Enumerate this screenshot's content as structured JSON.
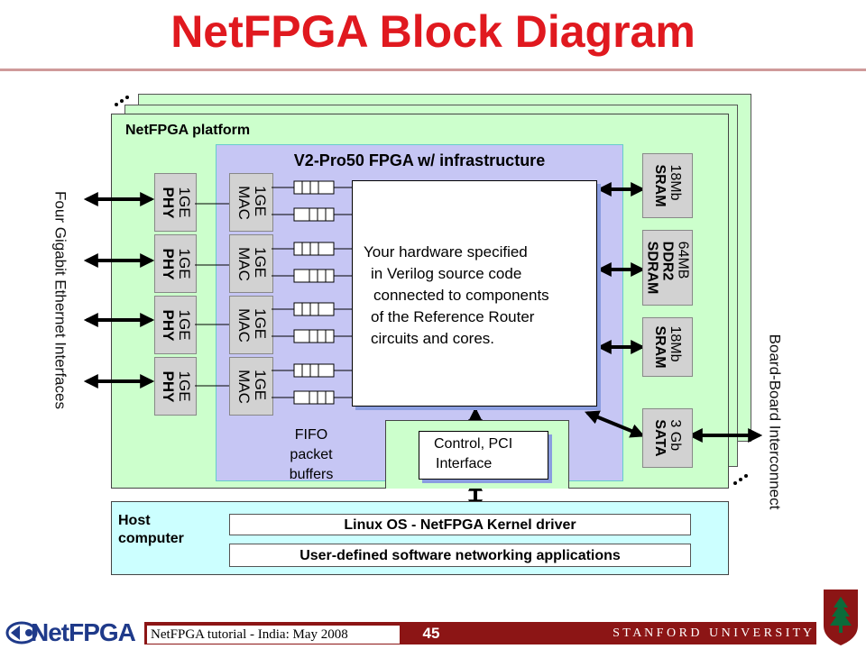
{
  "title": "NetFPGA Block Diagram",
  "platform_label": "NetFPGA platform",
  "fpga_label": "V2-Pro50 FPGA w/ infrastructure",
  "left_side_label": "Four Gigabit Ethernet Interfaces",
  "right_side_label": "Board-Board Interconnect",
  "ports": [
    {
      "phy_line1": "1GE",
      "phy_line2": "PHY",
      "mac_line1": "1GE",
      "mac_line2": "MAC"
    },
    {
      "phy_line1": "1GE",
      "phy_line2": "PHY",
      "mac_line1": "1GE",
      "mac_line2": "MAC"
    },
    {
      "phy_line1": "1GE",
      "phy_line2": "PHY",
      "mac_line1": "1GE",
      "mac_line2": "MAC"
    },
    {
      "phy_line1": "1GE",
      "phy_line2": "PHY",
      "mac_line1": "1GE",
      "mac_line2": "MAC"
    }
  ],
  "user_logic": {
    "line1": "Your hardware specified",
    "line2": "in Verilog source code",
    "line3": "connected to components",
    "line4": "of the Reference Router",
    "line5": "circuits and cores."
  },
  "fifo": {
    "line1": "FIFO",
    "line2": "packet",
    "line3": "buffers"
  },
  "control": {
    "line1": "Control, PCI",
    "line2": "Interface"
  },
  "memories": [
    {
      "line1": "18Mb",
      "line2": "SRAM",
      "line3": ""
    },
    {
      "line1": "64MB",
      "line2": "DDR2",
      "line3": "SDRAM"
    },
    {
      "line1": "18Mb",
      "line2": "SRAM",
      "line3": ""
    },
    {
      "line1": "3 Gb",
      "line2": "SATA",
      "line3": ""
    }
  ],
  "host": {
    "label_line1": "Host",
    "label_line2": "computer",
    "driver": "Linux OS - NetFPGA Kernel driver",
    "apps": "User-defined software networking applications"
  },
  "footer": {
    "tutorial": "NetFPGA tutorial - India: May 2008",
    "page": "45",
    "university": "S T A N F O R D   U N I V E R S I T Y",
    "logo_text": "NetFPGA"
  },
  "colors": {
    "title": "#e0191f",
    "board_green": "#ccffcc",
    "fpga_blue": "#c6c6f4",
    "host_cyan": "#ccffff",
    "footer_band": "#8c1515",
    "logo_blue": "#1f3a8a"
  }
}
